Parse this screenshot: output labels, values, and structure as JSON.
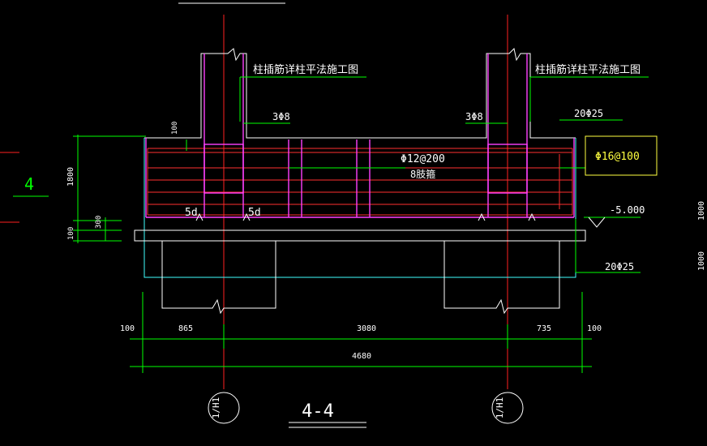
{
  "drawing": {
    "section_title": "4-4",
    "left_marker": "4",
    "callouts": {
      "column_dowel_left": "柱插筋详柱平法施工图",
      "column_dowel_right": "柱插筋详柱平法施工图",
      "stirrup_left": "3Φ8",
      "stirrup_right": "3Φ8",
      "top_bars": "20Φ25",
      "bottom_bars": "20Φ25",
      "side_bars": "Φ12@200",
      "side_bars_note": "8肢箍",
      "box_bars": "Φ16@100",
      "elevation": "-5.000",
      "anchor_left": "5d",
      "anchor_right": "5d"
    },
    "dimensions": {
      "height_total": "1800",
      "step": "100",
      "cover": "300",
      "base": "100",
      "right_edge_1": "1000",
      "right_edge_2": "1000",
      "bottom_left_edge": "100",
      "bottom_span_left": "865",
      "bottom_span_mid": "3080",
      "bottom_span_right": "735",
      "bottom_right_edge": "100",
      "bottom_total": "4680"
    },
    "grid_axes": {
      "left": "1/H1",
      "right": "1/H1"
    },
    "colors": {
      "background": "#000000",
      "outline": "#ffffff",
      "grid_axis": "#ff2020",
      "rebar": "#ff3030",
      "column": "#ff40ff",
      "dimension": "#00ff00",
      "pile_cap": "#40ffff",
      "annotation": "#ffffff",
      "highlight": "#ffff40"
    }
  }
}
